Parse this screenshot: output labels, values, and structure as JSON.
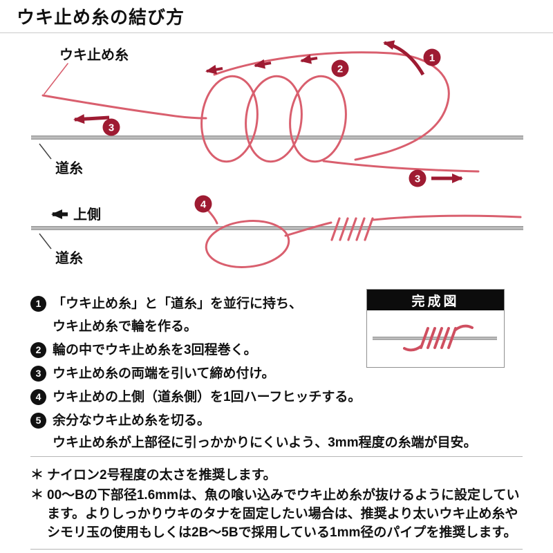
{
  "title": "ウキ止め糸の結び方",
  "diagram": {
    "label_stopper": "ウキ止め糸",
    "label_mainline_1": "道糸",
    "label_mainline_2": "道糸",
    "label_upper": "上側",
    "badges": {
      "step1": "1",
      "step2": "2",
      "step3_left": "3",
      "step3_right": "3",
      "step4": "4"
    },
    "colors": {
      "thread_red": "#d95f6e",
      "accent_dark_red": "#9e1b32",
      "main_line_gray": "#a6a6a6",
      "badge_black": "#111111"
    }
  },
  "inset": {
    "title": "完成図"
  },
  "steps": [
    {
      "num": "1",
      "line1": "「ウキ止め糸」と「道糸」を並行に持ち、",
      "line2": "ウキ止め糸で輪を作る。"
    },
    {
      "num": "2",
      "line1": "輪の中でウキ止め糸を3回程巻く。"
    },
    {
      "num": "3",
      "line1": "ウキ止め糸の両端を引いて締め付け。"
    },
    {
      "num": "4",
      "line1": "ウキ止めの上側（道糸側）を1回ハーフヒッチする。"
    },
    {
      "num": "5",
      "line1": "余分なウキ止め糸を切る。",
      "line2": "ウキ止め糸が上部径に引っかかりにくいよう、3mm程度の糸端が目安。"
    }
  ],
  "footnotes": [
    {
      "marker": "＊",
      "text": "ナイロン2号程度の太さを推奨します。"
    },
    {
      "marker": "＊",
      "text": "00〜Bの下部径1.6mmは、魚の喰い込みでウキ止め糸が抜けるように設定しています。よりしっかりウキのタナを固定したい場合は、推奨より太いウキ止め糸やシモリ玉の使用もしくは2B〜5Bで採用している1mm径のパイプを推奨します。"
    }
  ]
}
